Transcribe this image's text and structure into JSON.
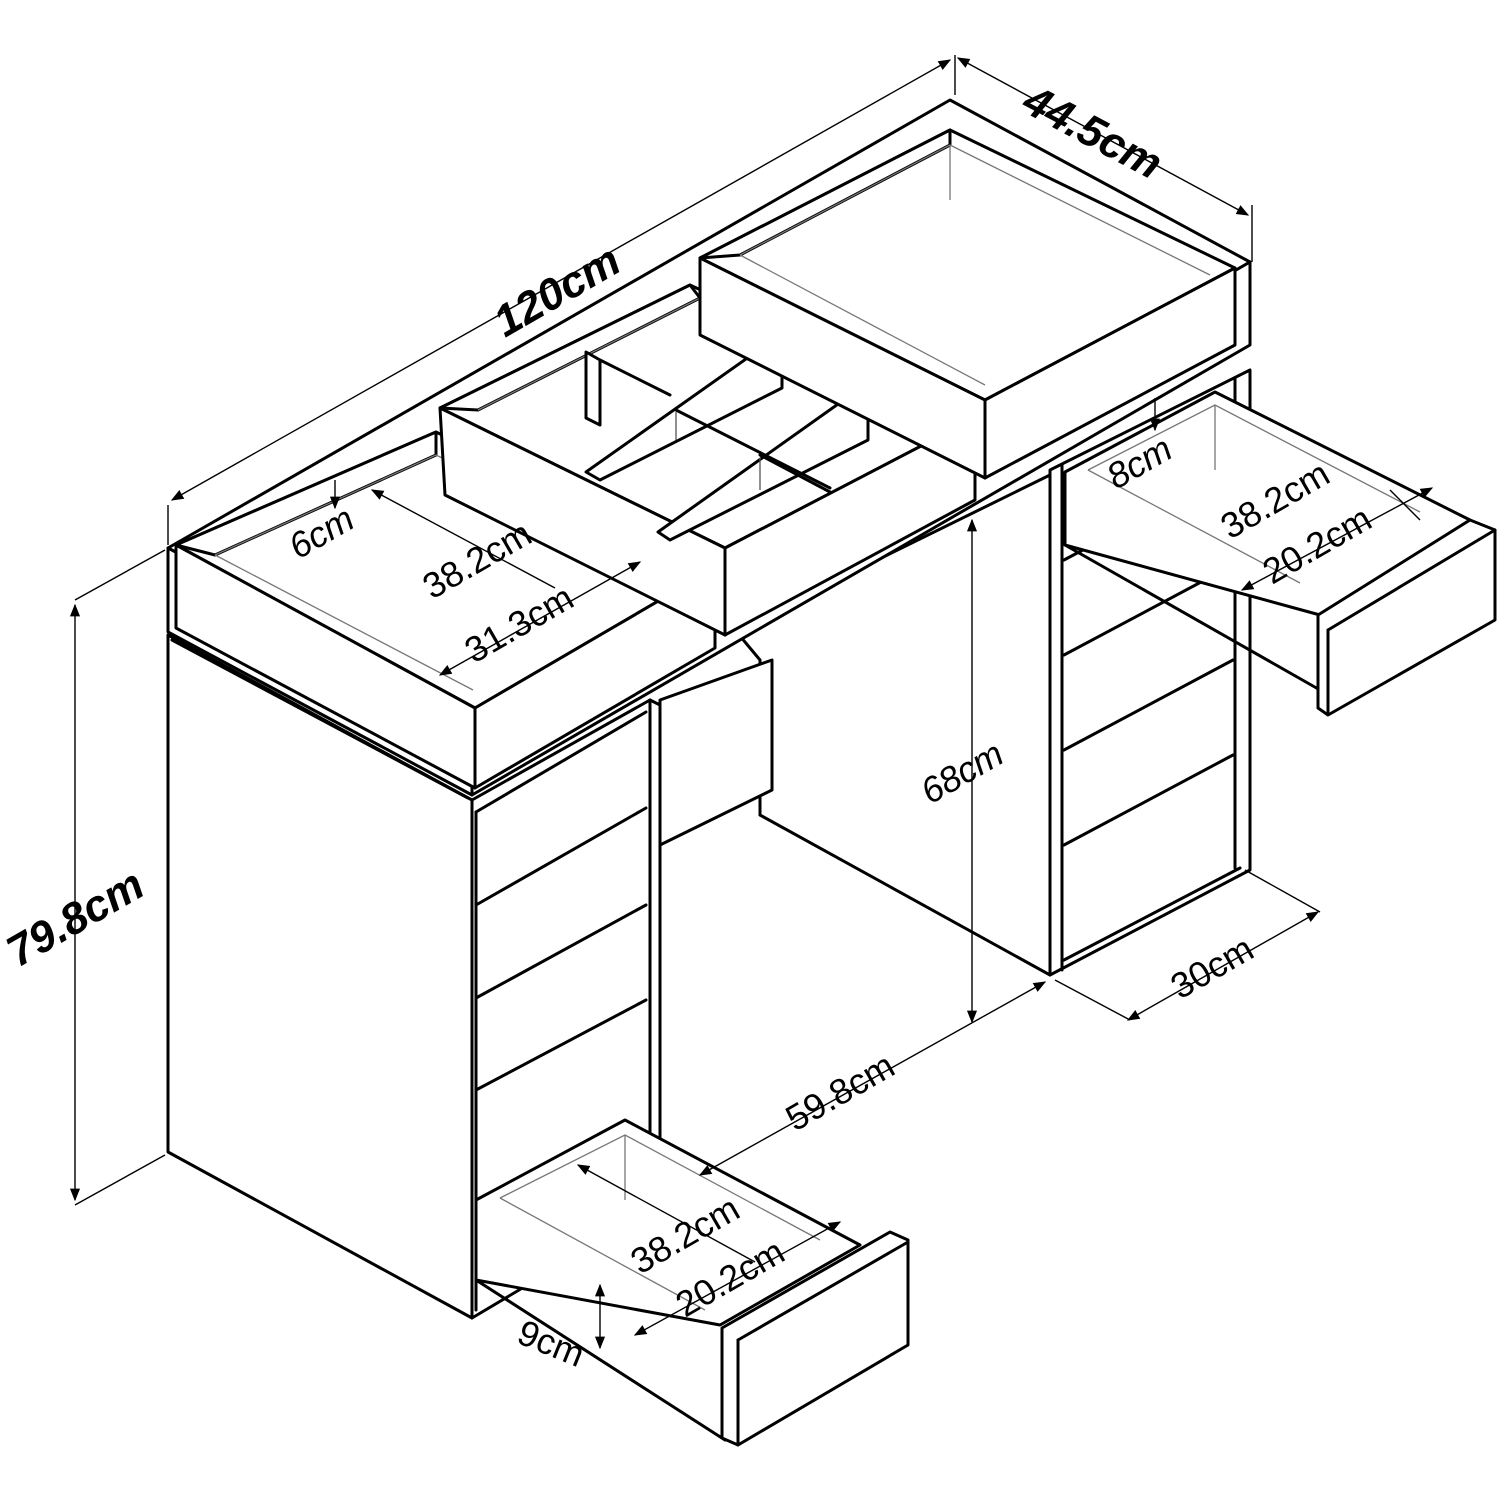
{
  "labels": {
    "overall_width": "120cm",
    "overall_depth": "44.5cm",
    "overall_height": "79.8cm",
    "tray_left_height": "6cm",
    "tray_left_depth": "38.2cm",
    "tray_left_width": "31.3cm",
    "tray_right_height": "8cm",
    "drawer_right_depth": "38.2cm",
    "drawer_right_width": "20.2cm",
    "knee_height": "68cm",
    "knee_width": "59.8cm",
    "pedestal_width": "30cm",
    "drawer_bottom_depth": "38.2cm",
    "drawer_bottom_width": "20.2cm",
    "drawer_bottom_height": "9cm"
  }
}
